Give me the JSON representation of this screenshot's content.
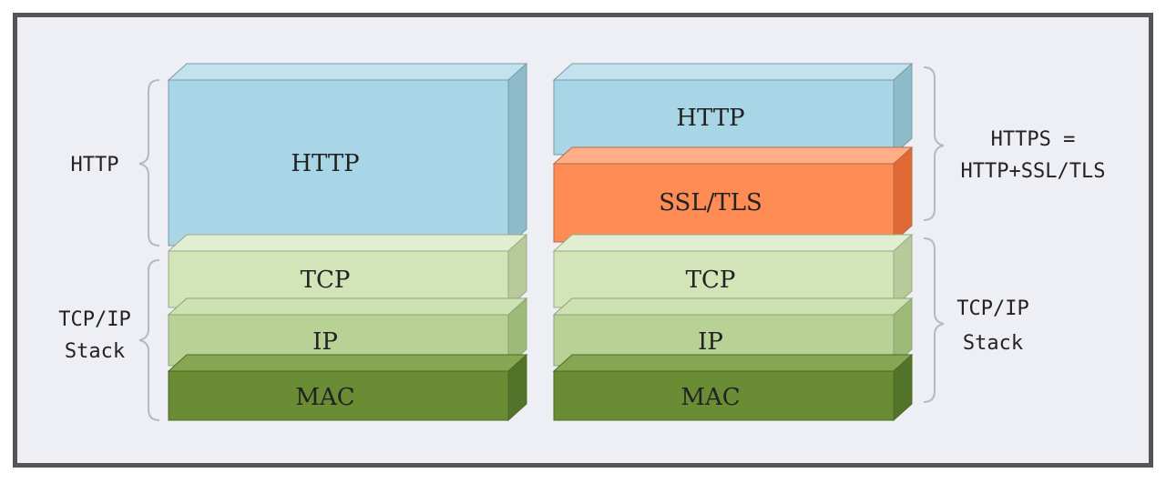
{
  "colors": {
    "http": "#a8d6e6",
    "ssl": "#ff8c55",
    "tcp": "#d2e4b8",
    "ip": "#b8d296",
    "mac": "#6a8c34",
    "background": "#eeeef5",
    "frame": "#555555"
  },
  "left_stack": {
    "http": "HTTP",
    "tcp": "TCP",
    "ip": "IP",
    "mac": "MAC",
    "brace_http_label": "HTTP",
    "brace_tcpip_label_line1": "TCP/IP",
    "brace_tcpip_label_line2": "Stack"
  },
  "right_stack": {
    "http": "HTTP",
    "ssl": "SSL/TLS",
    "tcp": "TCP",
    "ip": "IP",
    "mac": "MAC",
    "brace_https_label_line1": "HTTPS =",
    "brace_https_label_line2": "HTTP+SSL/TLS",
    "brace_tcpip_label_line1": "TCP/IP",
    "brace_tcpip_label_line2": "Stack"
  }
}
